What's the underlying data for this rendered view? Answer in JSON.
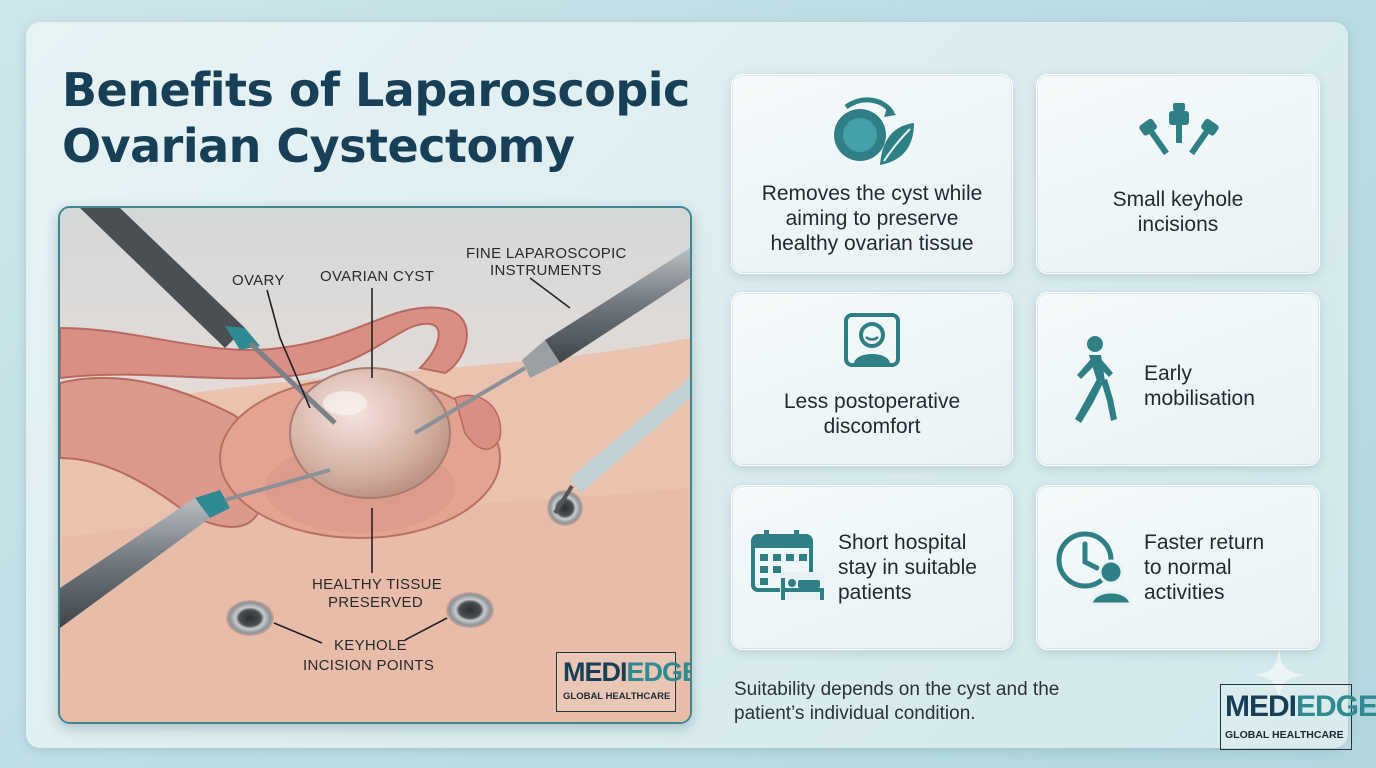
{
  "title": {
    "line1": "Benefits of Laparoscopic",
    "line2": "Ovarian Cystectomy"
  },
  "illustration": {
    "labels": {
      "ovary": "OVARY",
      "cyst": "OVARIAN CYST",
      "instruments_line1": "FINE LAPAROSCOPIC",
      "instruments_line2": "INSTRUMENTS",
      "healthy_line1": "HEALTHY TISSUE",
      "healthy_line2": "PRESERVED",
      "keyhole_line1": "KEYHOLE",
      "keyhole_line2": "INCISION POINTS"
    },
    "logo": {
      "brand_a": "MEDI",
      "brand_b": "EDGE",
      "sub": "GLOBAL HEALTHCARE"
    }
  },
  "benefits": [
    {
      "icon": "ovary-leaf-icon",
      "lines": [
        "Removes the cyst while",
        "aiming to preserve",
        "healthy ovarian tissue"
      ]
    },
    {
      "icon": "keyhole-instruments-icon",
      "lines": [
        "Small keyhole",
        "incisions"
      ]
    },
    {
      "icon": "patient-comfort-icon",
      "lines": [
        "Less postoperative",
        "discomfort"
      ]
    },
    {
      "icon": "walking-person-icon",
      "lines": [
        "Early",
        "mobilisation"
      ]
    },
    {
      "icon": "calendar-bed-icon",
      "lines": [
        "Short hospital",
        "stay in suitable",
        "patients"
      ]
    },
    {
      "icon": "clock-person-icon",
      "lines": [
        "Faster return",
        "to normal",
        "activities"
      ]
    }
  ],
  "footnote": {
    "line1": "Suitability depends on the cyst and the",
    "line2": "patient’s individual condition."
  },
  "logo": {
    "brand_a": "MEDI",
    "brand_b": "EDGE",
    "sub": "GLOBAL HEALTHCARE"
  },
  "colors": {
    "title": "#173f57",
    "icon_teal": "#2f7f86",
    "accent": "#2f8a93"
  }
}
